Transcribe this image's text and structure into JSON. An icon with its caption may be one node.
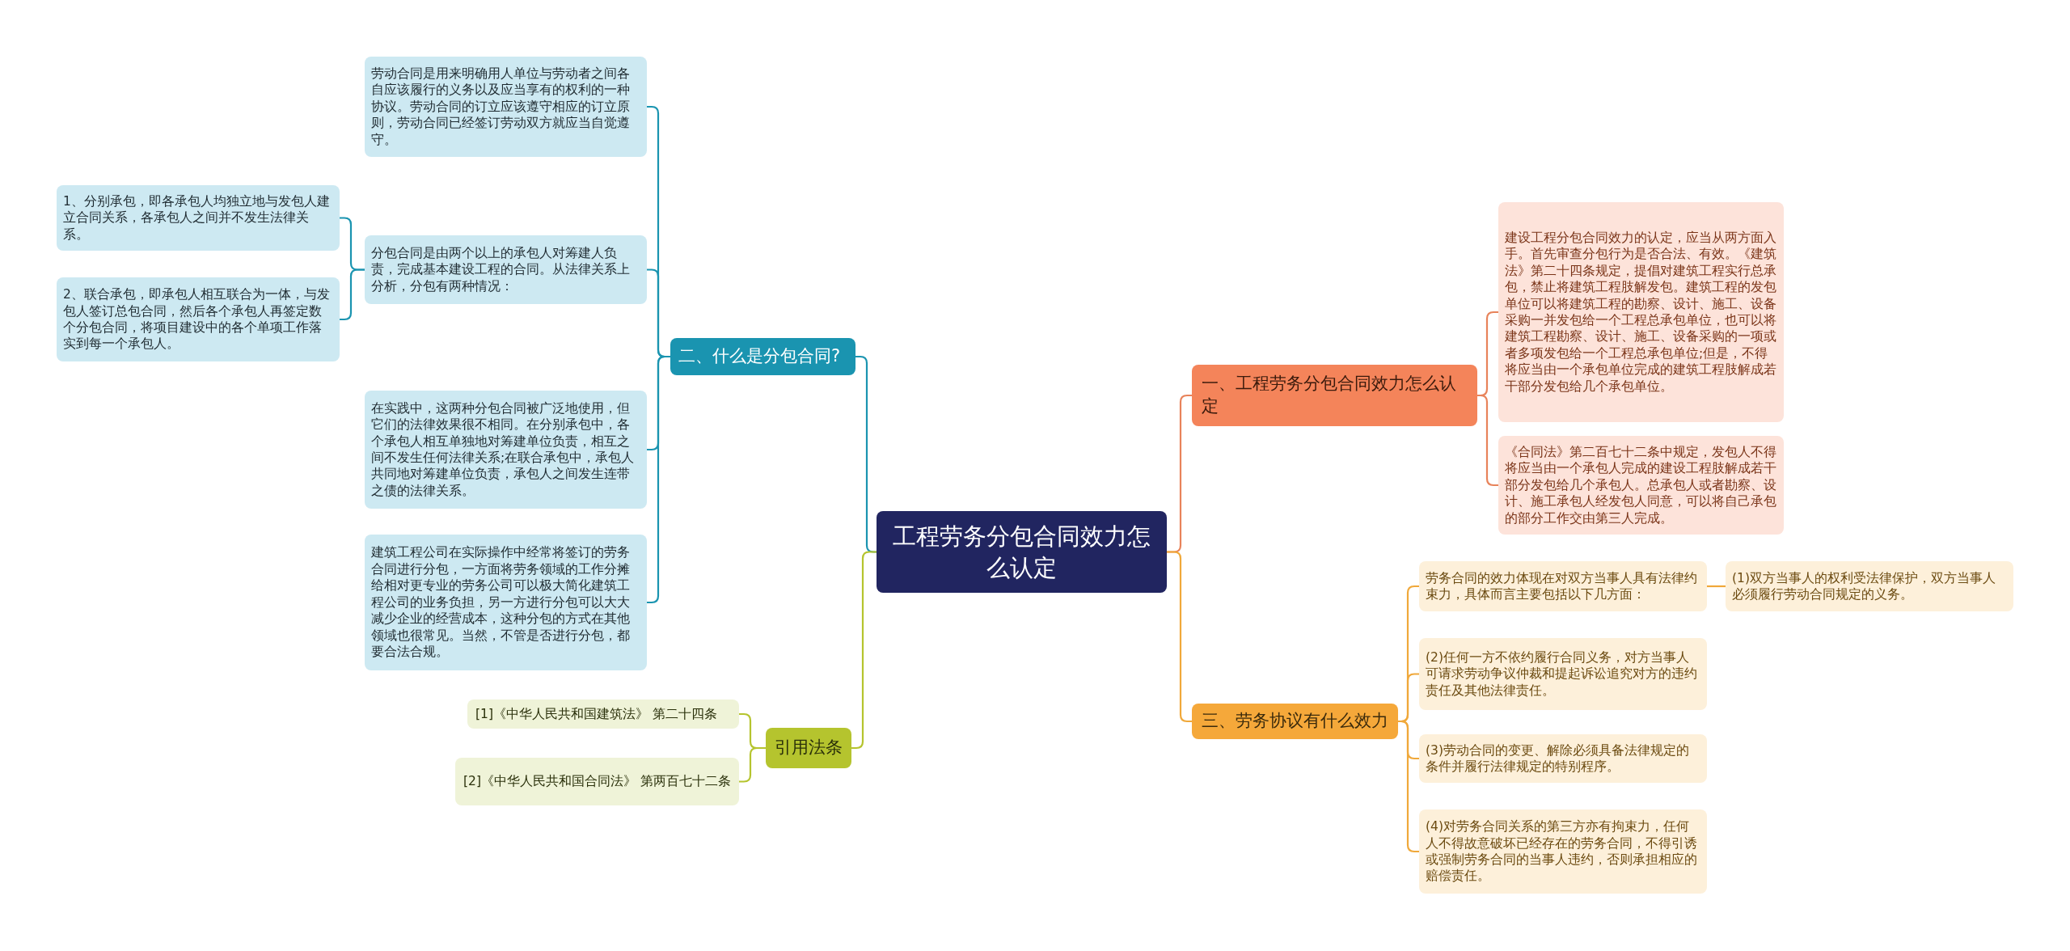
{
  "diagram": {
    "nodes": [
      {
        "text": [
          "工程劳务分包合同效力怎么认定"
        ]
      },
      {
        "text": [
          "二、什么是分包合同?"
        ]
      },
      {
        "text": [
          "劳动合同是用来明确用人单位与劳动者之间各自应该履行的义务以及应当享有的权利的一种协议。劳动合同的订立应该遵守相应的订立原则，劳动合同已经签订劳动双方就应当自觉遵守。"
        ]
      },
      {
        "text": [
          "分包合同是由两个以上的承包人对筹建人负责，完成基本建设工程的合同。从法律关系上分析，分包有两种情况："
        ]
      },
      {
        "text": [
          "1、分别承包，即各承包人均独立地与发包人建立合同关系，各承包人之间并不发生法律关系。"
        ]
      },
      {
        "text": [
          "2、联合承包，即承包人相互联合为一体，与发包人签订总包合同，然后各个承包人再签定数个分包合同，将项目建设中的各个单项工作落实到每一个承包人。"
        ]
      },
      {
        "text": [
          "在实践中，这两种分包合同被广泛地使用，但它们的法律效果很不相同。在分别承包中，各个承包人相互单独地对筹建单位负责，相互之间不发生任何法律关系;在联合承包中，承包人共同地对筹建单位负责，承包人之间发生连带之债的法律关系。"
        ]
      },
      {
        "text": [
          "建筑工程公司在实际操作中经常将签订的劳务合同进行分包，一方面将劳务领域的工作分摊给相对更专业的劳务公司可以极大简化建筑工程公司的业务负担，另一方进行分包可以大大减少企业的经营成本，这种分包的方式在其他领域也很常见。当然，不管是否进行分包，都要合法合规。"
        ]
      },
      {
        "text": [
          "引用法条"
        ]
      },
      {
        "text": [
          "[1]《中华人民共和国建筑法》 第二十四条"
        ]
      },
      {
        "text": [
          "[2]《中华人民共和国合同法》 第两百七十二条"
        ]
      },
      {
        "text": [
          "一、工程劳务分包合同效力怎么认定"
        ]
      },
      {
        "text": [
          "建设工程分包合同效力的认定，应当从两方面入手。首先审查分包行为是否合法、有效。《建筑法》第二十四条规定，提倡对建筑工程实行总承包，禁止将建筑工程肢解发包。建筑工程的发包单位可以将建筑工程的勘察、设计、施工、设备采购一并发包给一个工程总承包单位，也可以将建筑工程勘察、设计、施工、设备采购的一项或者多项发包给一个工程总承包单位;但是，不得将应当由一个承包单位完成的建筑工程肢解成若干部分发包给几个承包单位。"
        ]
      },
      {
        "text": [
          "《合同法》第二百七十二条中规定，发包人不得将应当由一个承包人完成的建设工程肢解成若干部分发包给几个承包人。总承包人或者勘察、设计、施工承包人经发包人同意，可以将自己承包的部分工作交由第三人完成。"
        ]
      },
      {
        "text": [
          "三、劳务协议有什么效力"
        ]
      },
      {
        "text": [
          "劳务合同的效力体现在对双方当事人具有法律约束力，具体而言主要包括以下几方面："
        ]
      },
      {
        "text": [
          "(1)双方当事人的权利受法律保护，双方当事人必须履行劳动合同规定的义务。"
        ]
      },
      {
        "text": [
          "(2)任何一方不依约履行合同义务，对方当事人可请求劳动争议仲裁和提起诉讼追究对方的违约责任及其他法律责任。"
        ]
      },
      {
        "text": [
          "(3)劳动合同的变更、解除必须具备法律规定的条件并履行法律规定的特别程序。"
        ]
      },
      {
        "text": [
          "(4)对劳务合同关系的第三方亦有拘束力，任何人不得故意破坏已经存在的劳务合同，不得引诱或强制劳务合同的当事人违约，否则承担相应的赔偿责任。"
        ]
      }
    ],
    "edges": [
      {
        "from": 0,
        "to": 1,
        "arrow": "none",
        "color": "#1a94b0"
      },
      {
        "from": 1,
        "to": 2,
        "arrow": "none",
        "color": "#1a94b0"
      },
      {
        "from": 1,
        "to": 3,
        "arrow": "none",
        "color": "#1a94b0"
      },
      {
        "from": 3,
        "to": 4,
        "arrow": "none",
        "color": "#1a94b0"
      },
      {
        "from": 3,
        "to": 5,
        "arrow": "none",
        "color": "#1a94b0"
      },
      {
        "from": 1,
        "to": 6,
        "arrow": "none",
        "color": "#1a94b0"
      },
      {
        "from": 1,
        "to": 7,
        "arrow": "none",
        "color": "#1a94b0"
      },
      {
        "from": 0,
        "to": 8,
        "arrow": "none",
        "color": "#b5c42e"
      },
      {
        "from": 8,
        "to": 9,
        "arrow": "none",
        "color": "#b5c42e"
      },
      {
        "from": 8,
        "to": 10,
        "arrow": "none",
        "color": "#b5c42e"
      },
      {
        "from": 0,
        "to": 11,
        "arrow": "none",
        "color": "#e8835a"
      },
      {
        "from": 11,
        "to": 12,
        "arrow": "none",
        "color": "#e8835a"
      },
      {
        "from": 11,
        "to": 13,
        "arrow": "none",
        "color": "#e8835a"
      },
      {
        "from": 0,
        "to": 14,
        "arrow": "none",
        "color": "#f0a83a"
      },
      {
        "from": 14,
        "to": 15,
        "arrow": "none",
        "color": "#f0a83a"
      },
      {
        "from": 15,
        "to": 16,
        "arrow": "none",
        "color": "#f0a83a"
      },
      {
        "from": 14,
        "to": 17,
        "arrow": "none",
        "color": "#f0a83a"
      },
      {
        "from": 14,
        "to": 18,
        "arrow": "none",
        "color": "#f0a83a"
      },
      {
        "from": 14,
        "to": 19,
        "arrow": "none",
        "color": "#f0a83a"
      }
    ]
  }
}
